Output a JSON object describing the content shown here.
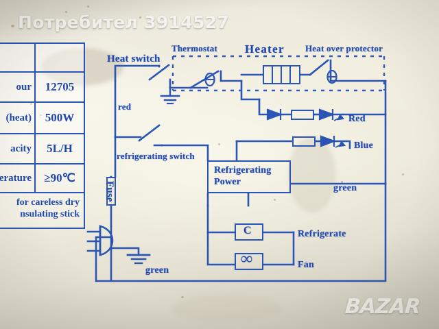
{
  "watermarks": {
    "user": "Потребител 3914527",
    "site": "BAZAR"
  },
  "spec_table": {
    "rows": [
      {
        "label": "",
        "value": ""
      },
      {
        "label": "our",
        "value": "12705"
      },
      {
        "label": "(heat)",
        "value": "500W"
      },
      {
        "label": "acity",
        "value": "5L/H"
      },
      {
        "label": "erature",
        "value": "≥90℃"
      }
    ],
    "note_lines": [
      "for careless dry",
      "nsulating stick"
    ]
  },
  "diagram": {
    "labels": {
      "heat_switch": "Heat switch",
      "thermostat": "Thermostat",
      "heater": "Heater",
      "heat_over_protector": "Heat over protector",
      "red_wire": "red",
      "refrigerating_switch": "refrigerating switch",
      "fuse": "Fuse",
      "refrigerating_power_l1": "Refrigerating",
      "refrigerating_power_l2": "Power",
      "led_red": "Red",
      "led_blue": "Blue",
      "green_right": "green",
      "green_bottom": "green",
      "capacitor": "C",
      "motor": "∞",
      "refrigerate": "Refrigerate",
      "fan": "Fan"
    },
    "colors": {
      "ink": "#2b55b4",
      "ink_text": "#1f47ad",
      "plate": "#f0ecdd"
    }
  }
}
